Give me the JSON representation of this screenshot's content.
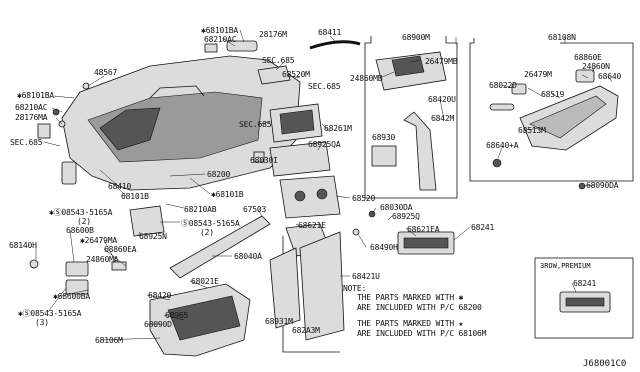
{
  "diagram": {
    "code": "J68001C0",
    "inset_label": "3ROW,PREMIUM",
    "parts": [
      {
        "id": "68101BA_top",
        "text": "✱68101BA"
      },
      {
        "id": "68210AC_top",
        "text": "68210AC"
      },
      {
        "id": "28176M",
        "text": "28176M"
      },
      {
        "id": "68411",
        "text": "68411"
      },
      {
        "id": "68900M",
        "text": "68900M"
      },
      {
        "id": "68108N",
        "text": "68108N"
      },
      {
        "id": "48567",
        "text": "48567"
      },
      {
        "id": "SEC685_a",
        "text": "SEC.685"
      },
      {
        "id": "68520M",
        "text": "68520M"
      },
      {
        "id": "26479MB",
        "text": "26479MB"
      },
      {
        "id": "24860MB",
        "text": "24860MB"
      },
      {
        "id": "68860E",
        "text": "68860E"
      },
      {
        "id": "24860N",
        "text": "24860N"
      },
      {
        "id": "26479M",
        "text": "26479M"
      },
      {
        "id": "68640",
        "text": "68640"
      },
      {
        "id": "68022D",
        "text": "68022D"
      },
      {
        "id": "68519",
        "text": "68519"
      },
      {
        "id": "SEC685_b",
        "text": "SEC.685"
      },
      {
        "id": "68101BA_left",
        "text": "✱68101BA"
      },
      {
        "id": "68420U",
        "text": "68420U"
      },
      {
        "id": "68210AC_left",
        "text": "68210AC"
      },
      {
        "id": "28176MA",
        "text": "28176MA"
      },
      {
        "id": "SEC685_c",
        "text": "SEC.685"
      },
      {
        "id": "6842M",
        "text": "6842M"
      },
      {
        "id": "68513M",
        "text": "68513M"
      },
      {
        "id": "68261M",
        "text": "68261M"
      },
      {
        "id": "68930",
        "text": "68930"
      },
      {
        "id": "68640A",
        "text": "68640+A"
      },
      {
        "id": "SEC685_d",
        "text": "SEC.685"
      },
      {
        "id": "68925QA",
        "text": "68925QA"
      },
      {
        "id": "68030I",
        "text": "68030I"
      },
      {
        "id": "68200",
        "text": "68200"
      },
      {
        "id": "68410",
        "text": "68410"
      },
      {
        "id": "68101B_mid",
        "text": "✱68101B"
      },
      {
        "id": "68101B_left",
        "text": "68101B"
      },
      {
        "id": "68090DA",
        "text": "68090DA"
      },
      {
        "id": "68520",
        "text": "68520"
      },
      {
        "id": "68210AB",
        "text": "68210AB"
      },
      {
        "id": "67503",
        "text": "67503"
      },
      {
        "id": "68030DA",
        "text": "68030DA"
      },
      {
        "id": "08543_A",
        "text": "✱Ⓢ08543-5165A"
      },
      {
        "id": "qty2_a",
        "text": "(2)"
      },
      {
        "id": "68600B",
        "text": "68600B"
      },
      {
        "id": "68925Q",
        "text": "68925Q"
      },
      {
        "id": "26479MA",
        "text": "✱26479MA"
      },
      {
        "id": "68925N",
        "text": "68925N"
      },
      {
        "id": "08543_B",
        "text": "Ⓢ08543-5165A"
      },
      {
        "id": "qty2_b",
        "text": "(2)"
      },
      {
        "id": "68621E",
        "text": "68621E"
      },
      {
        "id": "68621EA",
        "text": "68621EA"
      },
      {
        "id": "68241",
        "text": "68241"
      },
      {
        "id": "68140H",
        "text": "68140H"
      },
      {
        "id": "68860EA",
        "text": "68860EA"
      },
      {
        "id": "68490H",
        "text": "68490H"
      },
      {
        "id": "24860MA",
        "text": "24860MA"
      },
      {
        "id": "68040A",
        "text": "68040A"
      },
      {
        "id": "68600BA",
        "text": "✱68600BA"
      },
      {
        "id": "68421U",
        "text": "68421U"
      },
      {
        "id": "68021E",
        "text": "68021E"
      },
      {
        "id": "08543_C",
        "text": "✱Ⓢ08543-5165A"
      },
      {
        "id": "qty3",
        "text": "(3)"
      },
      {
        "id": "68420",
        "text": "68420"
      },
      {
        "id": "68965",
        "text": "68965"
      },
      {
        "id": "68090D",
        "text": "68090D"
      },
      {
        "id": "68106M",
        "text": "68106M"
      },
      {
        "id": "68931M",
        "text": "68931M"
      },
      {
        "id": "682A3M",
        "text": "682A3M"
      },
      {
        "id": "68241_inset",
        "text": "68241"
      }
    ],
    "notes": [
      "NOTE:",
      "THE PARTS MARKED WITH ✱",
      "ARE INCLUDED WITH P/C 68200",
      "THE PARTS MARKED WITH ★",
      "ARE INCLUDED WITH P/C 68106M"
    ]
  }
}
